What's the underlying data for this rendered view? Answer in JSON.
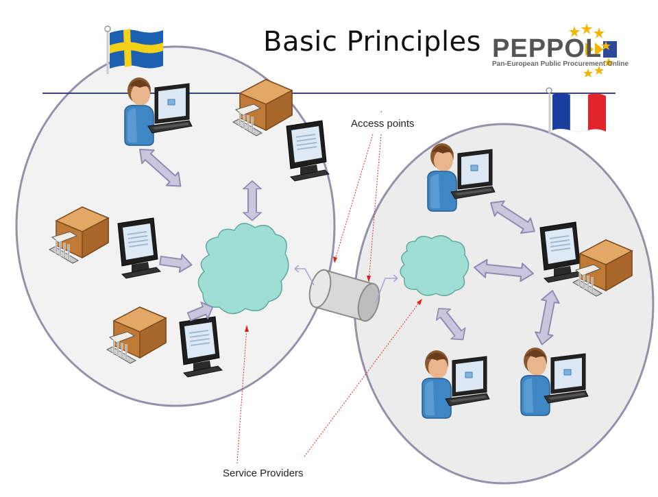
{
  "title": "Basic Principles",
  "logo": {
    "name": "PEPPOL",
    "subtitle": "Pan-European Public Procurement Online",
    "colors": {
      "text": "#555555",
      "stars": "#f2b600",
      "accent": "#2c4a9a"
    }
  },
  "labels": {
    "access_points": "Access points",
    "service_providers": "Service Providers"
  },
  "flags": {
    "left": {
      "country": "Sweden",
      "icon": "sweden-flag-icon",
      "colors": [
        "#1d5fb0",
        "#f4d21a"
      ]
    },
    "right": {
      "country": "France",
      "icon": "france-flag-icon",
      "colors": [
        "#1a3da0",
        "#ffffff",
        "#e0252b"
      ]
    }
  },
  "colors": {
    "network_fill": "#f2f2f2",
    "network_stroke": "#9590aa",
    "cloud": "#9fded4",
    "arrow": "#c9c6de",
    "arrow_stroke": "#8f8ab0",
    "callout": "#dd2222",
    "divider": "#3a3f8a",
    "box": "#cc8b45",
    "person": "#3f86c4"
  },
  "icons": [
    "person-at-laptop-icon",
    "building-crate-icon",
    "monitor-icon",
    "cloud-icon",
    "access-point-cylinder-icon",
    "double-arrow-icon"
  ]
}
